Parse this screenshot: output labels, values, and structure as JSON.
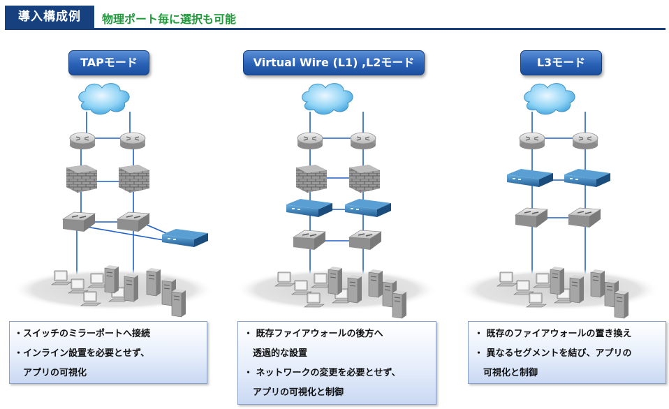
{
  "header": {
    "tag": "導入構成例",
    "subtitle": "物理ポート毎に選択も可能"
  },
  "colors": {
    "header_bg": "#17407e",
    "subtitle_green": "#1f9a3a",
    "mode_button": "#2a62b6",
    "link_line": "#1e5fc8",
    "appliance": "#2a6aa6"
  },
  "panels": [
    {
      "mode_label": "TAPモード",
      "notes": [
        "・スイッチのミラーポートへ接続",
        "・インライン設置を必要とせず、",
        "　アプリの可視化"
      ]
    },
    {
      "mode_label": "Virtual Wire (L1) ,L2モード",
      "notes": [
        "・ 既存ファイアウォールの後方へ",
        "　透過的な設置",
        "・ ネットワークの変更を必要とせず、",
        "　アプリの可視化と制御"
      ]
    },
    {
      "mode_label": "L3モード",
      "notes": [
        "・ 既存のファイアウォールの置き換え",
        "・ 異なるセグメントを結び、アプリの",
        "　可視化と制御"
      ]
    }
  ],
  "icons": [
    "cloud-icon",
    "router-icon",
    "firewall-icon",
    "switch-icon",
    "appliance-icon",
    "computer-icon",
    "server-icon"
  ]
}
